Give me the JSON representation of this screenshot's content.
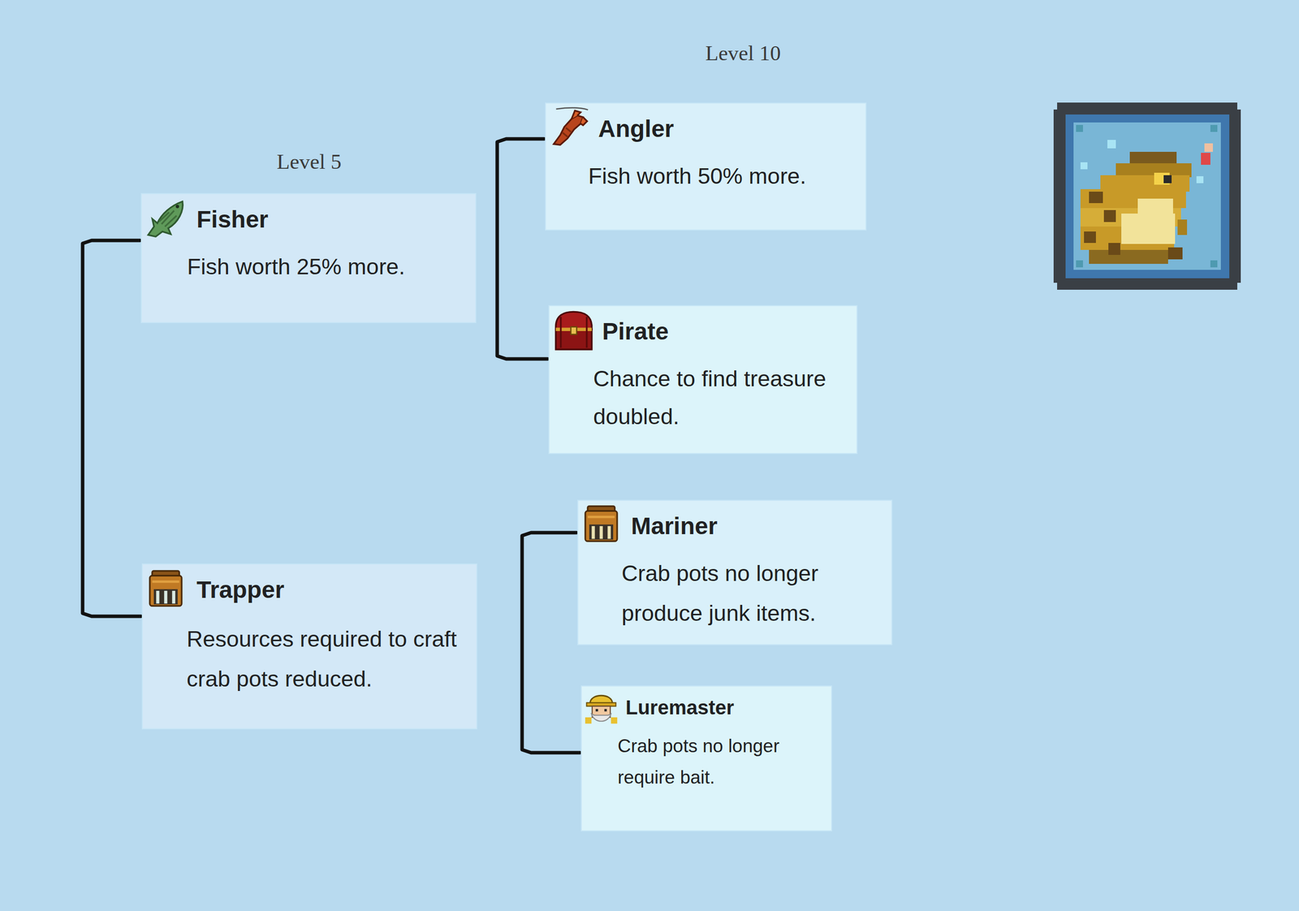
{
  "diagram": {
    "nodes": [
      {
        "text": [
          "Fisher",
          "Fish worth 25% more."
        ]
      },
      {
        "text": [
          "Trapper",
          "Resources required to craft crab pots reduced."
        ]
      },
      {
        "text": [
          "Angler",
          "Fish worth 50% more."
        ]
      },
      {
        "text": [
          "Pirate",
          "Chance to find treasure doubled."
        ]
      },
      {
        "text": [
          "Mariner",
          "Crab pots no longer produce junk items."
        ]
      },
      {
        "text": [
          "Luremaster",
          "Crab pots no longer require bait."
        ]
      }
    ],
    "edges": [
      {
        "from": 0,
        "to": 1,
        "arrow": "none"
      },
      {
        "from": 2,
        "to": 3,
        "arrow": "none"
      },
      {
        "from": 4,
        "to": 5,
        "arrow": "none"
      }
    ],
    "labels": [
      "Level 10",
      "Level 5"
    ]
  }
}
